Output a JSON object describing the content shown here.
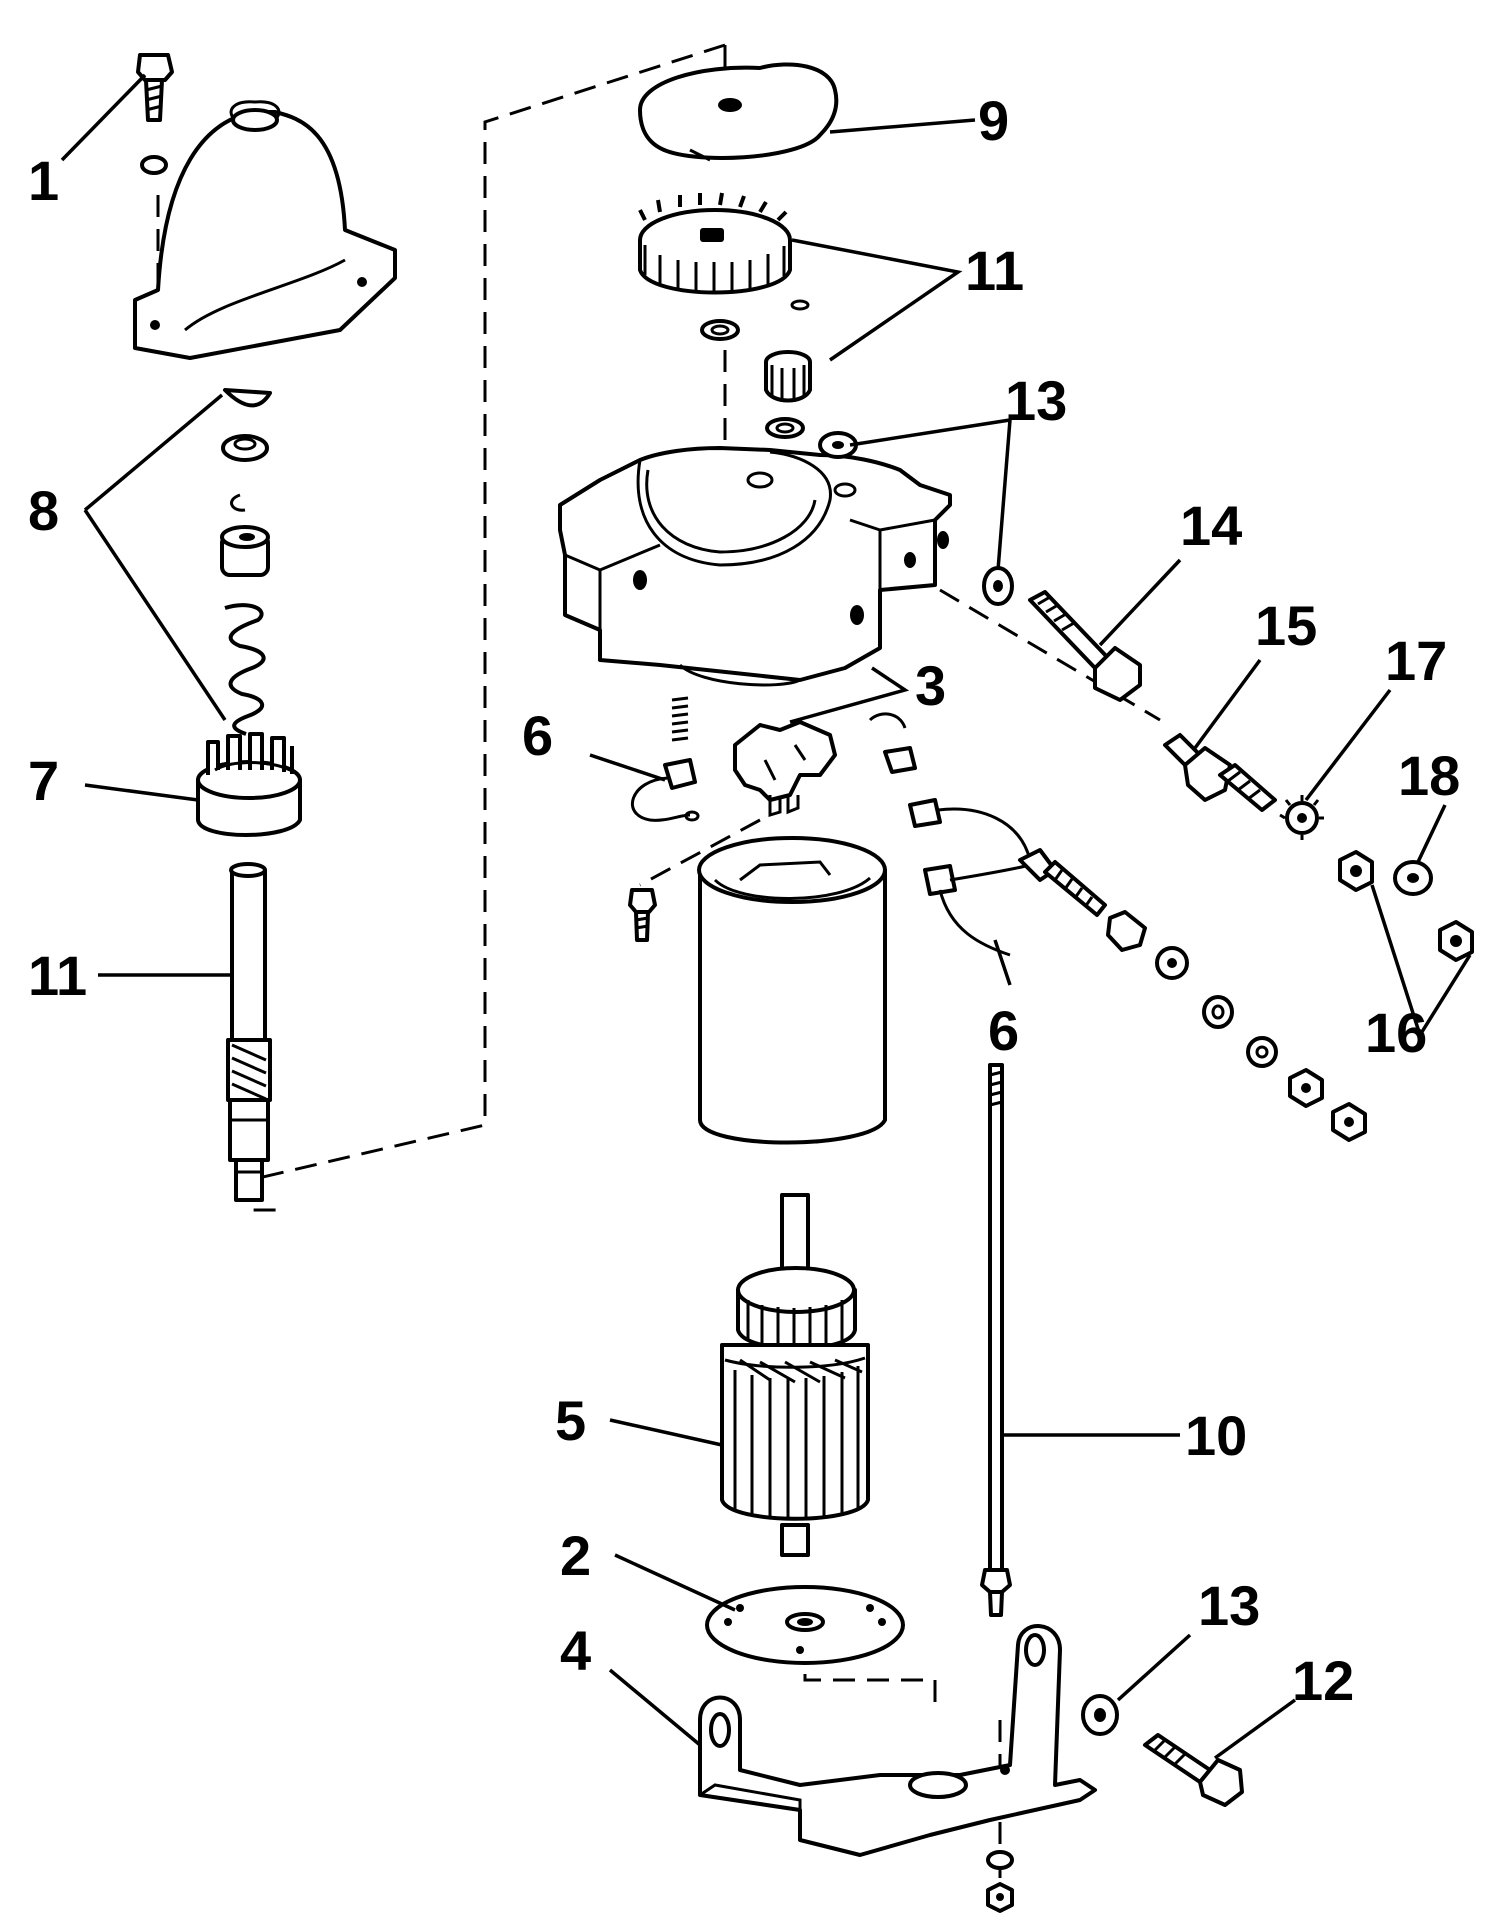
{
  "diagram": {
    "callouts": [
      {
        "id": "c1",
        "text": "1"
      },
      {
        "id": "c9",
        "text": "9"
      },
      {
        "id": "c11a",
        "text": "11"
      },
      {
        "id": "c13a",
        "text": "13"
      },
      {
        "id": "c8",
        "text": "8"
      },
      {
        "id": "c14",
        "text": "14"
      },
      {
        "id": "c15",
        "text": "15"
      },
      {
        "id": "c17",
        "text": "17"
      },
      {
        "id": "c18",
        "text": "18"
      },
      {
        "id": "c3",
        "text": "3"
      },
      {
        "id": "c6a",
        "text": "6"
      },
      {
        "id": "c7",
        "text": "7"
      },
      {
        "id": "c11b",
        "text": "11"
      },
      {
        "id": "c6b",
        "text": "6"
      },
      {
        "id": "c16",
        "text": "16"
      },
      {
        "id": "c5",
        "text": "5"
      },
      {
        "id": "c10",
        "text": "10"
      },
      {
        "id": "c2",
        "text": "2"
      },
      {
        "id": "c13b",
        "text": "13"
      },
      {
        "id": "c4",
        "text": "4"
      },
      {
        "id": "c12",
        "text": "12"
      }
    ]
  }
}
